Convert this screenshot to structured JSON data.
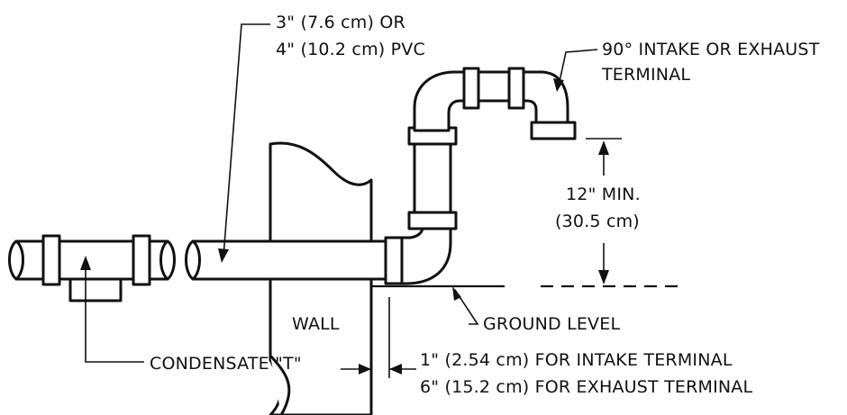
{
  "labels": {
    "pipe_size_line1": "3\" (7.6 cm) OR",
    "pipe_size_line2": "4\" (10.2 cm) PVC",
    "terminal_line1": "90° INTAKE OR EXHAUST",
    "terminal_line2": "TERMINAL",
    "min_height_line1": "12\" MIN.",
    "min_height_line2": "(30.5 cm)",
    "wall": "WALL",
    "ground_level": "GROUND LEVEL",
    "condensate": "CONDENSATE \"T\"",
    "clearance_line1": "1\" (2.54 cm) FOR INTAKE TERMINAL",
    "clearance_line2": "6\" (15.2 cm) FOR EXHAUST TERMINAL"
  }
}
